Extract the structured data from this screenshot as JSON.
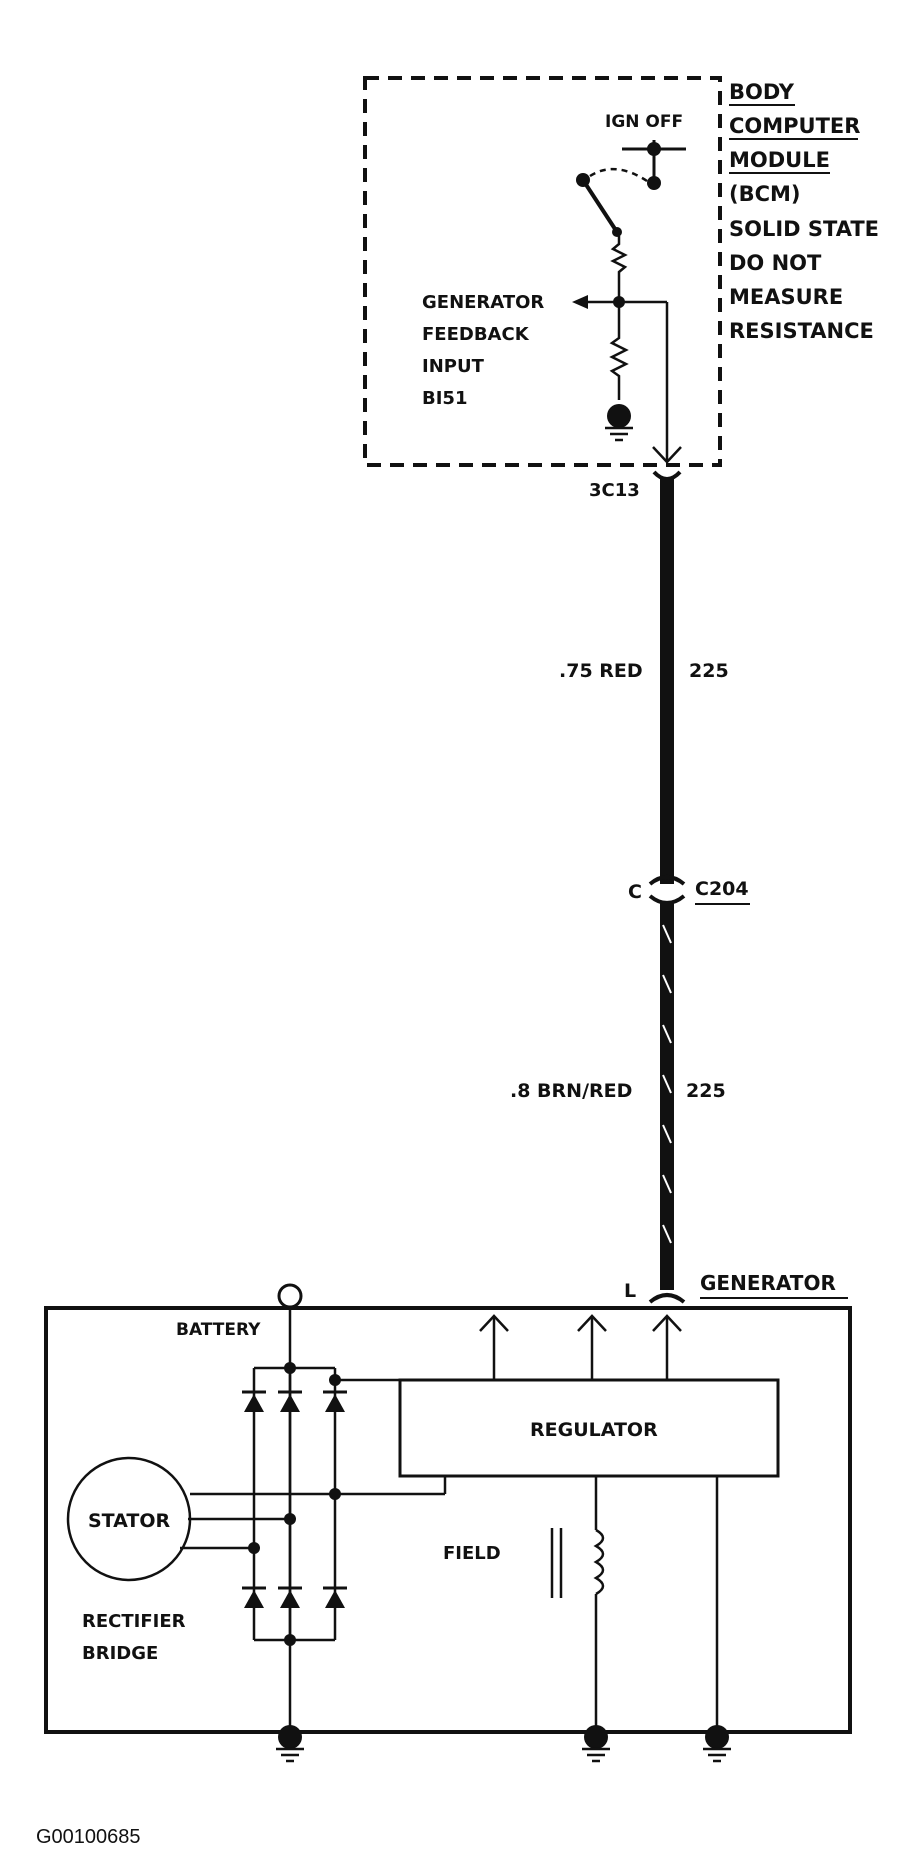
{
  "bcm": {
    "title_lines": [
      "BODY",
      "COMPUTER",
      "MODULE",
      "(BCM)",
      "SOLID STATE",
      "DO NOT",
      "MEASURE",
      "RESISTANCE"
    ],
    "ign_off": "IGN OFF",
    "feedback_lines": [
      "GENERATOR",
      "FEEDBACK",
      "INPUT",
      "BI51"
    ]
  },
  "wiring": {
    "pin_bcm": "3C13",
    "wire1_color": ".75 RED",
    "wire1_circuit": "225",
    "conn_pin": "C",
    "conn_name": "C204",
    "wire2_color": ".8 BRN/RED",
    "wire2_circuit": "225",
    "pin_gen": "L"
  },
  "generator": {
    "title": "GENERATOR",
    "battery": "BATTERY",
    "regulator": "REGULATOR",
    "stator": "STATOR",
    "field": "FIELD",
    "rectifier_lines": [
      "RECTIFIER",
      "BRIDGE"
    ]
  },
  "figure_id": "G00100685"
}
